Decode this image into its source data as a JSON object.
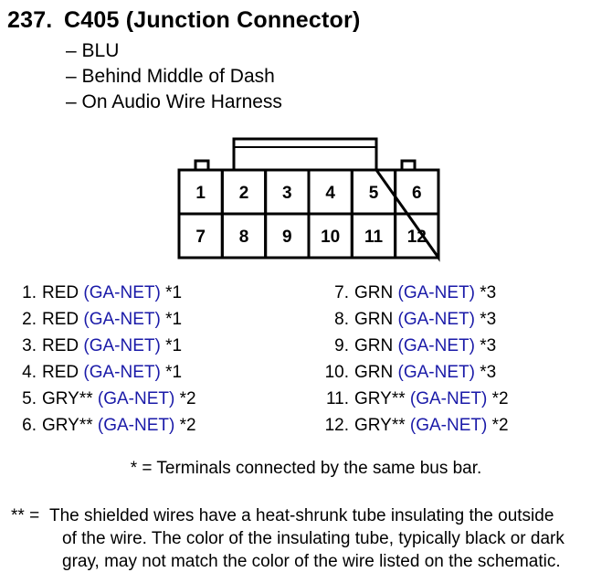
{
  "header": {
    "number": "237.",
    "title": "C405 (Junction Connector)",
    "details": [
      "– BLU",
      "– Behind Middle of Dash",
      "– On Audio Wire Harness"
    ]
  },
  "connector": {
    "top_row": [
      "1",
      "2",
      "3",
      "4",
      "5",
      "6"
    ],
    "bottom_row": [
      "7",
      "8",
      "9",
      "10",
      "11",
      "12"
    ]
  },
  "pins_left": [
    {
      "no": "1.",
      "color": "RED",
      "net": "(GA-NET)",
      "note": "*1"
    },
    {
      "no": "2.",
      "color": "RED",
      "net": "(GA-NET)",
      "note": "*1"
    },
    {
      "no": "3.",
      "color": "RED",
      "net": "(GA-NET)",
      "note": "*1"
    },
    {
      "no": "4.",
      "color": "RED",
      "net": "(GA-NET)",
      "note": "*1"
    },
    {
      "no": "5.",
      "color": "GRY**",
      "net": "(GA-NET)",
      "note": "*2"
    },
    {
      "no": "6.",
      "color": "GRY**",
      "net": "(GA-NET)",
      "note": "*2"
    }
  ],
  "pins_right": [
    {
      "no": "7.",
      "color": "GRN",
      "net": "(GA-NET)",
      "note": "*3"
    },
    {
      "no": "8.",
      "color": "GRN",
      "net": "(GA-NET)",
      "note": "*3"
    },
    {
      "no": "9.",
      "color": "GRN",
      "net": "(GA-NET)",
      "note": "*3"
    },
    {
      "no": "10.",
      "color": "GRN",
      "net": "(GA-NET)",
      "note": "*3"
    },
    {
      "no": "11.",
      "color": "GRY**",
      "net": "(GA-NET)",
      "note": "*2"
    },
    {
      "no": "12.",
      "color": "GRY**",
      "net": "(GA-NET)",
      "note": "*2"
    }
  ],
  "notes": {
    "bus_bar": "* = Terminals connected by the same bus bar.",
    "shield_mark": "** =",
    "shield_lines": [
      "The shielded wires have a heat-shrunk tube insulating the outside",
      "of the wire. The color of the insulating tube, typically black or dark",
      "gray, may not match the color of the wire listed on the schematic."
    ]
  },
  "colors": {
    "net_text": "#1a1aa8",
    "text": "#000000",
    "background": "#ffffff"
  }
}
